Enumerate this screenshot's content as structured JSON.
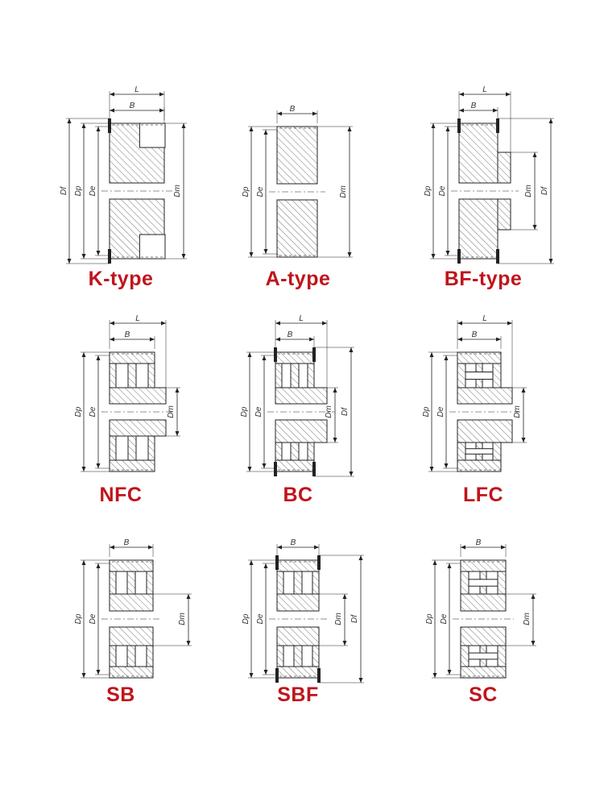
{
  "colors": {
    "caption": "#c0141c",
    "line": "#222222",
    "hatch": "#555555"
  },
  "dimension_symbols": {
    "L": "L",
    "B": "B",
    "Df": "Df",
    "Dp": "Dp",
    "De": "De",
    "Dm": "Dm"
  },
  "drawings": [
    {
      "caption": "K-type"
    },
    {
      "caption": "A-type"
    },
    {
      "caption": "BF-type"
    },
    {
      "caption": "NFC"
    },
    {
      "caption": "BC"
    },
    {
      "caption": "LFC"
    },
    {
      "caption": "SB"
    },
    {
      "caption": "SBF"
    },
    {
      "caption": "SC"
    }
  ]
}
